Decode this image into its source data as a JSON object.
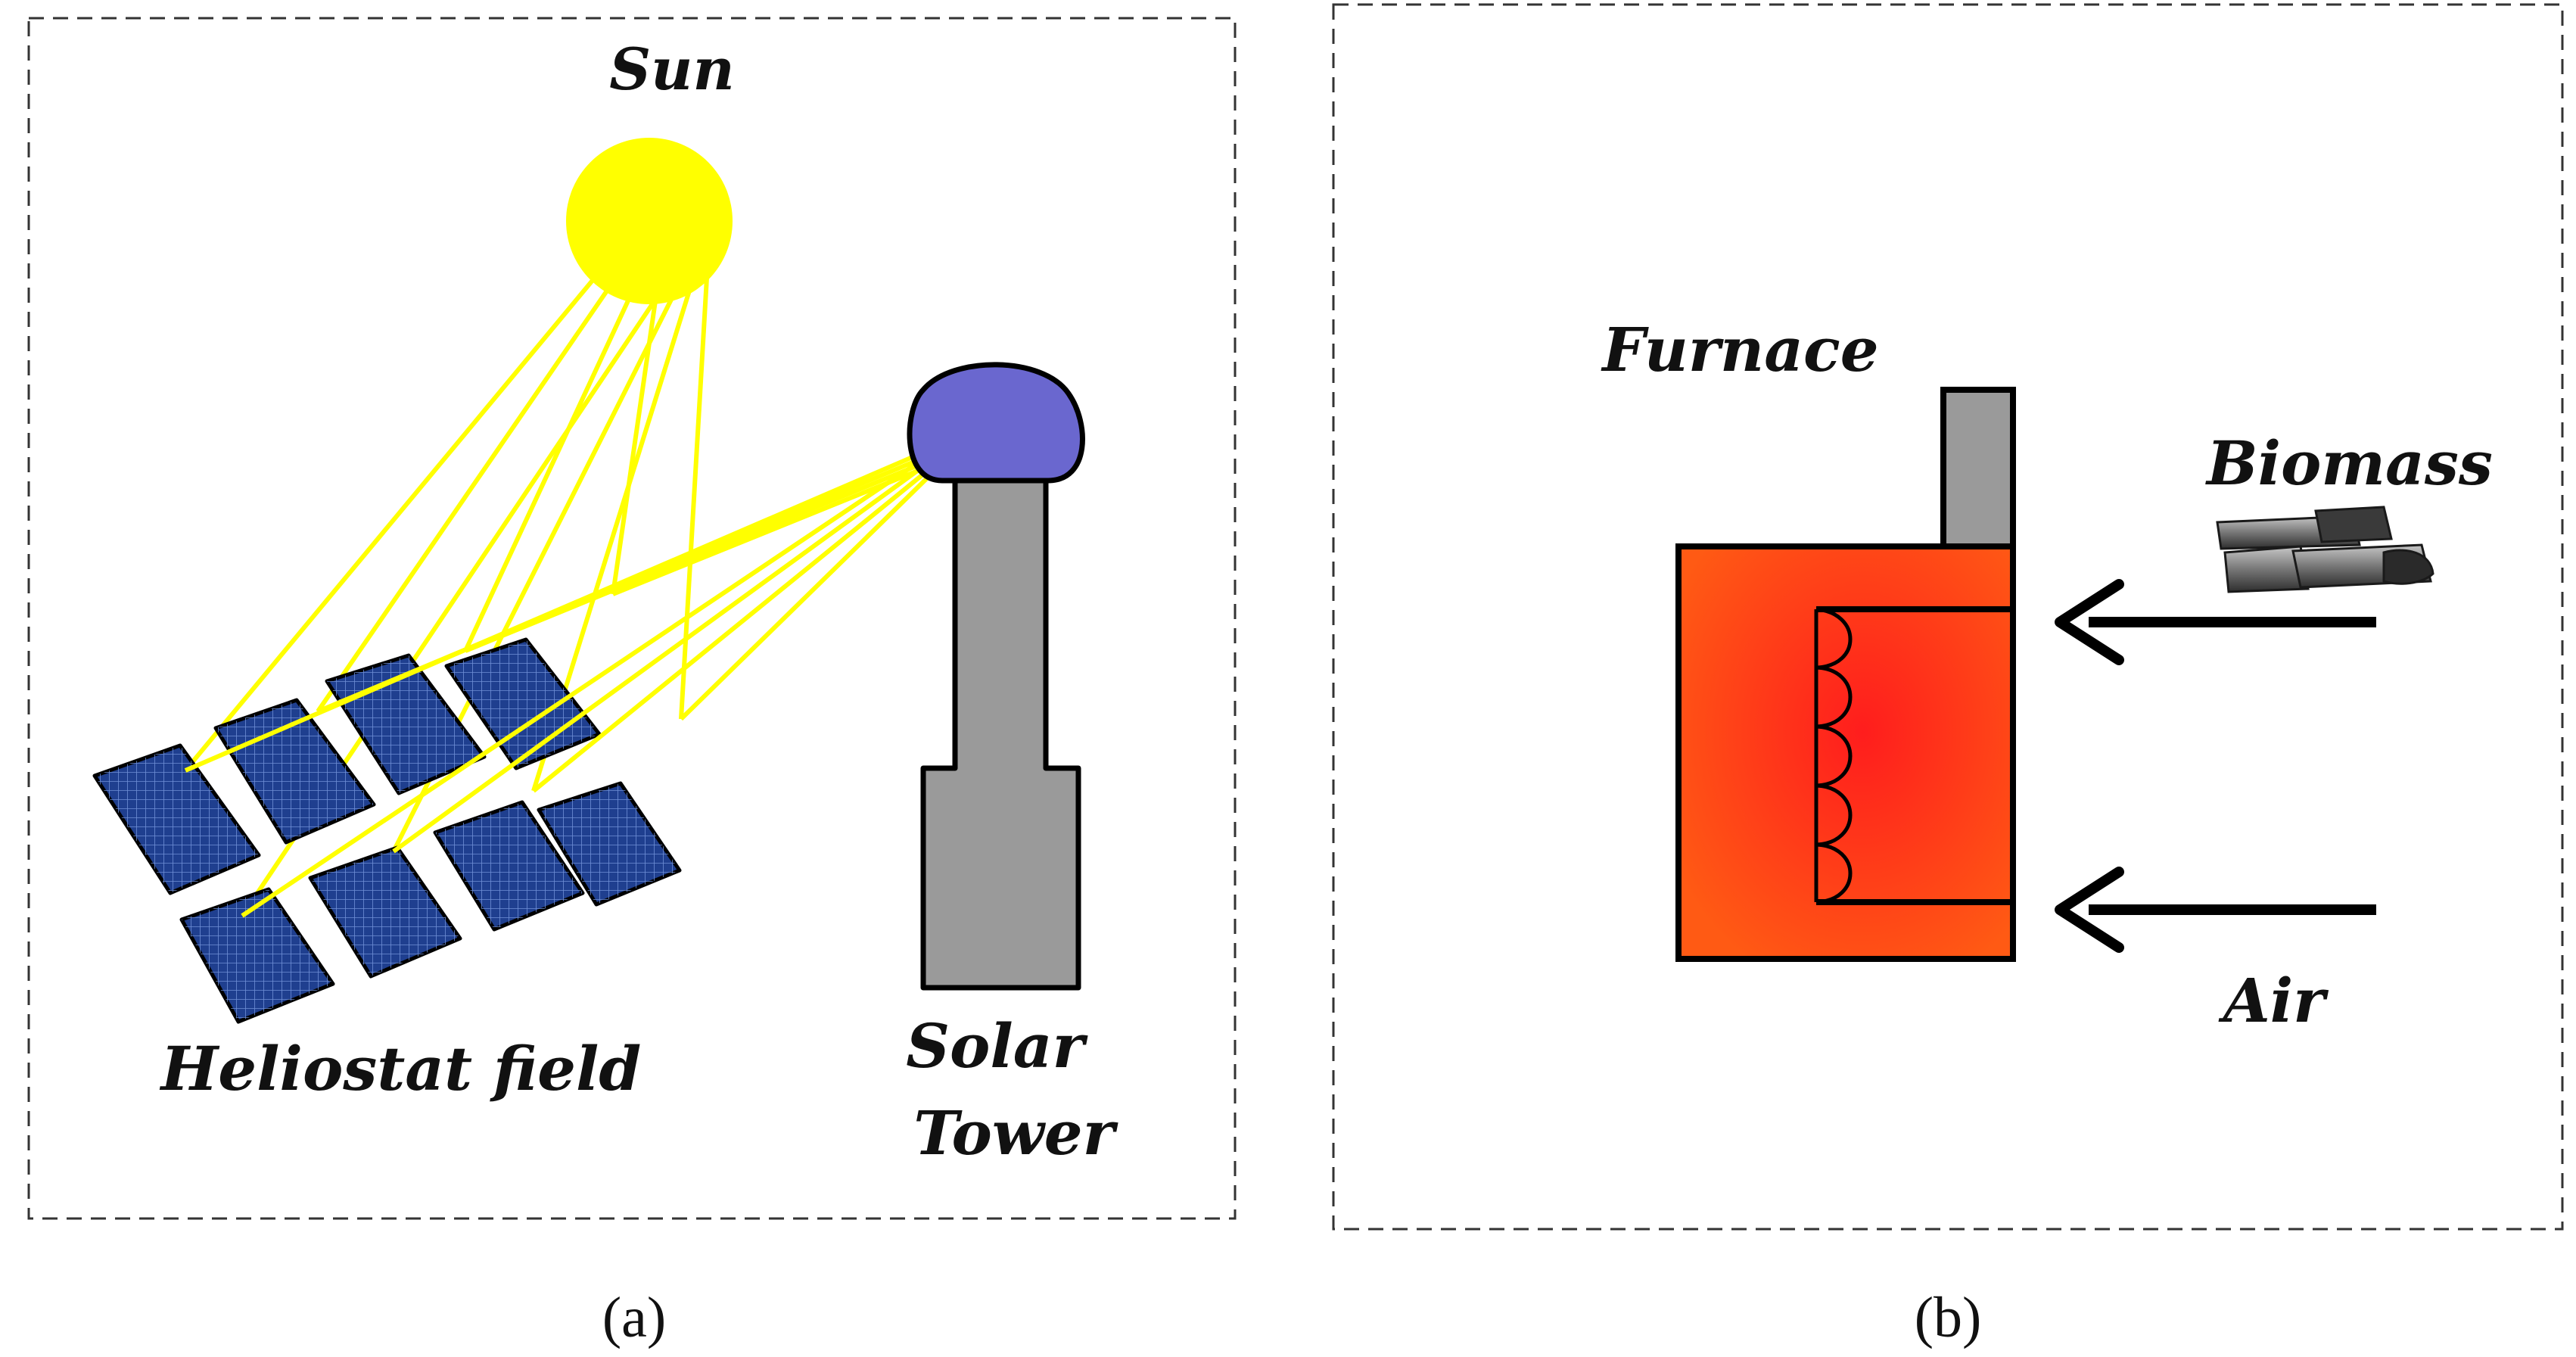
{
  "colors": {
    "sun": "#ffff00",
    "sun_rays": "#ffff00",
    "heliostat_panel": "#1f3f8f",
    "tower_receiver": "#6a67cf",
    "tower_body": "#9a9a9a",
    "furnace_body": "#ff5a14",
    "furnace_hot_core": "#ff1d1d",
    "biomass": "#6b6b6b",
    "outline": "#000000",
    "panel_border": "#555555"
  },
  "icons": {
    "sun": "sun-icon",
    "heliostats": "heliostat-panel-icon",
    "tower": "solar-tower-icon",
    "furnace": "furnace-icon",
    "biomass": "biomass-logs-icon",
    "arrows": "left-arrow-icon"
  },
  "panel_a": {
    "sun_label": "Sun",
    "heliostat_label": "Heliostat field",
    "tower_label_line1": "Solar",
    "tower_label_line2": "Tower",
    "caption": "(a)"
  },
  "panel_b": {
    "furnace_label": "Furnace",
    "biomass_label": "Biomass",
    "air_label": "Air",
    "caption": "(b)"
  }
}
